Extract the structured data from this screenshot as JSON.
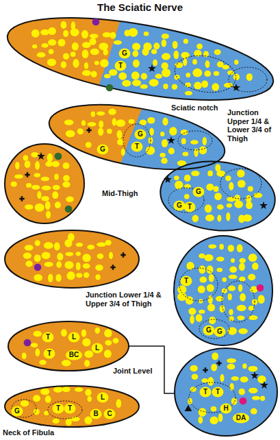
{
  "diagram": {
    "title": "The Sciatic Nerve",
    "labels": [
      "Sciatic notch",
      "G",
      "T",
      "Junction Upper 1/4 & Lower 3/4 of Thigh",
      "G",
      "G",
      "T",
      "Mid-Thigh",
      "G",
      "G",
      "T",
      "Junction Lower 1/4 & Upper 3/4 of Thigh",
      "T",
      "G",
      "G",
      "Joint Level",
      "T",
      "L",
      "T",
      "BC",
      "L",
      "T",
      "T",
      "H",
      "DA",
      "Neck of Fibula",
      "G",
      "T",
      "T",
      "L",
      "B",
      "C"
    ]
  }
}
